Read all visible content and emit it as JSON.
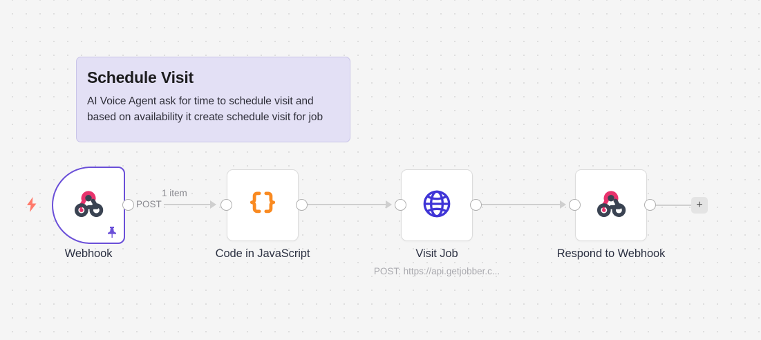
{
  "canvas": {
    "background_color": "#f5f5f5",
    "dot_color": "#dadada"
  },
  "sticky_note": {
    "title": "Schedule Visit",
    "body": "AI Voice Agent ask for time to schedule visit and based on availability it create schedule visit for job",
    "background_color": "#e3e0f5",
    "border_color": "#c9c4e8"
  },
  "trigger_marker": {
    "icon": "lightning-bolt-icon",
    "color": "#ff7a6b"
  },
  "nodes": [
    {
      "id": "webhook",
      "label": "Webhook",
      "sublabel": "",
      "icon": "webhook-icon",
      "is_trigger": true,
      "pinned": true,
      "border_color": "#6a4fd8",
      "icon_colors": {
        "primary": "#e8336d",
        "secondary": "#3a4352"
      }
    },
    {
      "id": "code-in-javascript",
      "label": "Code in JavaScript",
      "sublabel": "",
      "icon": "curly-braces-icon",
      "is_trigger": false,
      "pinned": false,
      "border_color": "#dcdcdc",
      "icon_colors": {
        "primary": "#f98a21",
        "secondary": "#f98a21"
      }
    },
    {
      "id": "visit-job",
      "label": "Visit Job",
      "sublabel": "POST: https://api.getjobber.c...",
      "icon": "globe-icon",
      "is_trigger": false,
      "pinned": false,
      "border_color": "#dcdcdc",
      "icon_colors": {
        "primary": "#3f34d6",
        "secondary": "#3f34d6"
      }
    },
    {
      "id": "respond-to-webhook",
      "label": "Respond to Webhook",
      "sublabel": "",
      "icon": "webhook-icon",
      "is_trigger": false,
      "pinned": false,
      "border_color": "#dcdcdc",
      "icon_colors": {
        "primary": "#e8336d",
        "secondary": "#3a4352"
      }
    }
  ],
  "connections": [
    {
      "id": "webhook-to-code",
      "method_label": "POST",
      "item_label": "1 item"
    },
    {
      "id": "code-to-visitjob",
      "method_label": "",
      "item_label": ""
    },
    {
      "id": "visitjob-to-respond",
      "method_label": "",
      "item_label": ""
    },
    {
      "id": "respond-to-add",
      "method_label": "",
      "item_label": ""
    }
  ],
  "add_node_button": {
    "label": "+",
    "icon": "plus-icon"
  }
}
